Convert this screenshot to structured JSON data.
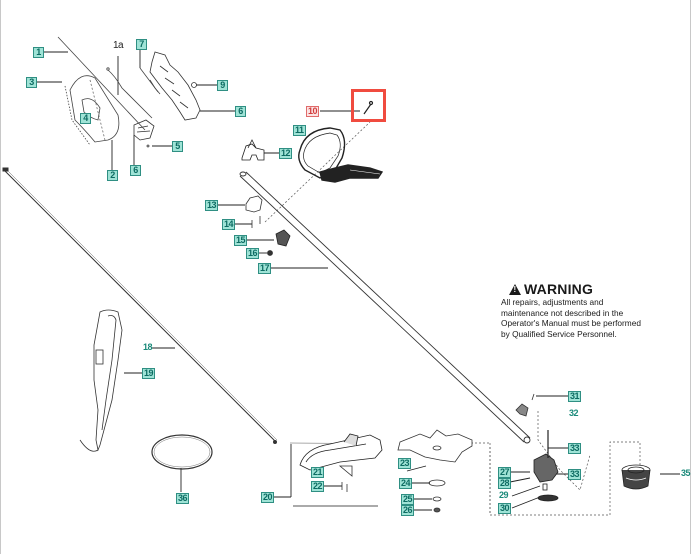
{
  "diagram": {
    "title": "Trimmer parts exploded view",
    "highlight_color": "#f04b3f",
    "label_color": "#0d6b62",
    "label_fill": "#9fe3d6"
  },
  "warning": {
    "icon": "warning-triangle-icon",
    "title": "WARNING",
    "text": "All repairs, adjustments and maintenance not described in the Operator's Manual must be performed by Qualified Service Personnel."
  },
  "parts": {
    "p1": "1",
    "p1a": "1a",
    "p2": "2",
    "p3": "3",
    "p4": "4",
    "p5": "5",
    "p6a": "6",
    "p6b": "6",
    "p7": "7",
    "p9": "9",
    "p10": "10",
    "p11": "11",
    "p12": "12",
    "p13": "13",
    "p14": "14",
    "p15": "15",
    "p16": "16",
    "p17": "17",
    "p18": "18",
    "p19": "19",
    "p20": "20",
    "p21": "21",
    "p22": "22",
    "p23": "23",
    "p24": "24",
    "p25": "25",
    "p26": "26",
    "p27": "27",
    "p28": "28",
    "p29": "29",
    "p30": "30",
    "p31": "31",
    "p32": "32",
    "p33a": "33",
    "p33b": "33",
    "p35": "35",
    "p36": "36"
  }
}
